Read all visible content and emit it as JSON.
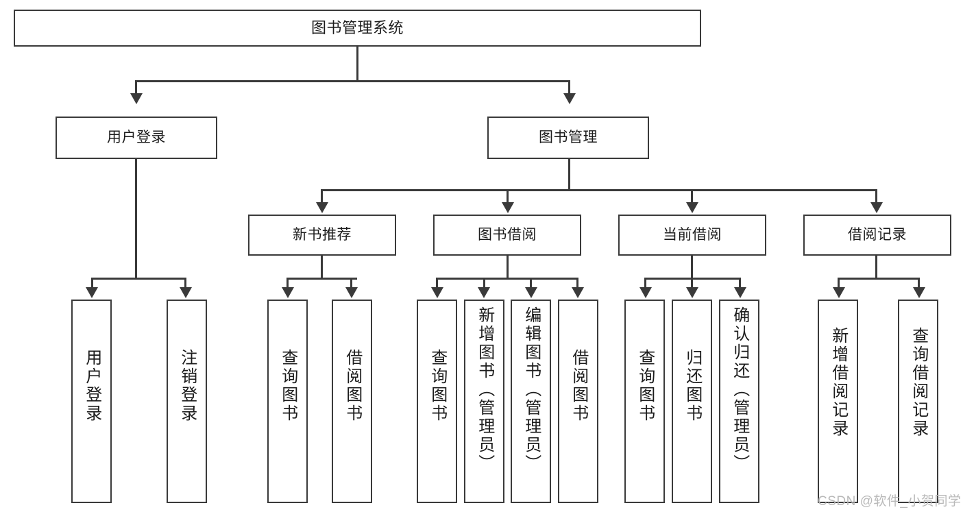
{
  "diagram": {
    "type": "tree-hierarchy-chart",
    "title": "图书管理系统",
    "colors": {
      "box_border": "#3a3a3a",
      "box_fill": "#ffffff",
      "connector": "#3a3a3a",
      "text": "#1c1c1c",
      "watermark": "#b9b9b9",
      "background": "#ffffff"
    },
    "levels": {
      "root": {
        "label": "图书管理系统"
      },
      "level2": [
        {
          "label": "用户登录"
        },
        {
          "label": "图书管理"
        }
      ],
      "level3": [
        {
          "label": "新书推荐"
        },
        {
          "label": "图书借阅"
        },
        {
          "label": "当前借阅"
        },
        {
          "label": "借阅记录"
        }
      ],
      "leaves": {
        "user_login": [
          {
            "label": "用户登录"
          },
          {
            "label": "注销登录"
          }
        ],
        "new_book_recommend": [
          {
            "label": "查询图书"
          },
          {
            "label": "借阅图书"
          }
        ],
        "book_borrow": [
          {
            "label": "查询图书"
          },
          {
            "label": "新增图书（管理员）"
          },
          {
            "label": "编辑图书（管理员）"
          },
          {
            "label": "借阅图书"
          }
        ],
        "current_borrow": [
          {
            "label": "查询图书"
          },
          {
            "label": "归还图书"
          },
          {
            "label": "确认归还（管理员）"
          }
        ],
        "borrow_record": [
          {
            "label": "新增借阅记录"
          },
          {
            "label": "查询借阅记录"
          }
        ]
      }
    }
  },
  "watermark": {
    "text": "CSDN @软件_小贺同学"
  }
}
